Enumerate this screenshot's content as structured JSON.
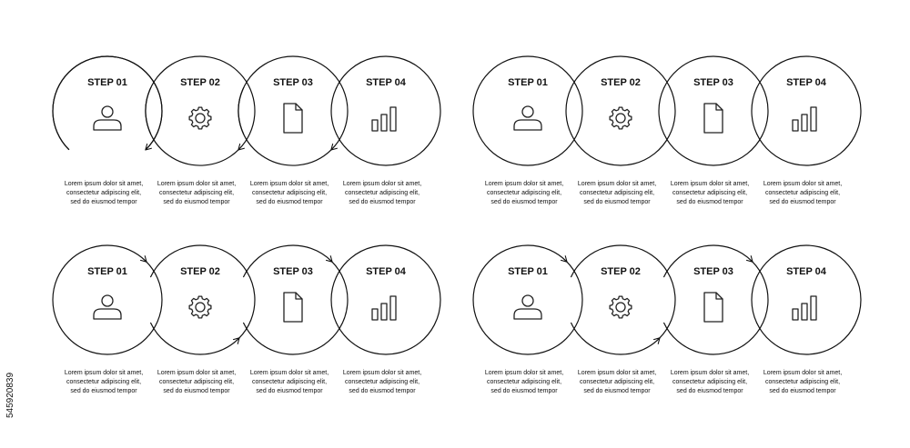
{
  "panels": [
    {
      "steps": [
        {
          "label": "STEP 01",
          "icon": "user-icon",
          "desc": [
            "Lorem ipsum dolor sit amet,",
            "consectetur adipiscing elit,",
            "sed do eiusmod tempor"
          ]
        },
        {
          "label": "STEP 02",
          "icon": "gear-icon",
          "desc": [
            "Lorem ipsum dolor sit amet,",
            "consectetur adipiscing elit,",
            "sed do eiusmod tempor"
          ]
        },
        {
          "label": "STEP 03",
          "icon": "document-icon",
          "desc": [
            "Lorem ipsum dolor sit amet,",
            "consectetur adipiscing elit,",
            "sed do eiusmod tempor"
          ]
        },
        {
          "label": "STEP 04",
          "icon": "bar-chart-icon",
          "desc": [
            "Lorem ipsum dolor sit amet,",
            "consectetur adipiscing elit,",
            "sed do eiusmod tempor"
          ]
        }
      ]
    },
    {
      "steps": [
        {
          "label": "STEP 01",
          "icon": "user-icon",
          "desc": [
            "Lorem ipsum dolor sit amet,",
            "consectetur adipiscing elit,",
            "sed do eiusmod tempor"
          ]
        },
        {
          "label": "STEP 02",
          "icon": "gear-icon",
          "desc": [
            "Lorem ipsum dolor sit amet,",
            "consectetur adipiscing elit,",
            "sed do eiusmod tempor"
          ]
        },
        {
          "label": "STEP 03",
          "icon": "document-icon",
          "desc": [
            "Lorem ipsum dolor sit amet,",
            "consectetur adipiscing elit,",
            "sed do eiusmod tempor"
          ]
        },
        {
          "label": "STEP 04",
          "icon": "bar-chart-icon",
          "desc": [
            "Lorem ipsum dolor sit amet,",
            "consectetur adipiscing elit,",
            "sed do eiusmod tempor"
          ]
        }
      ]
    },
    {
      "steps": [
        {
          "label": "STEP 01",
          "icon": "user-icon",
          "desc": [
            "Lorem ipsum dolor sit amet,",
            "consectetur adipiscing elit,",
            "sed do eiusmod tempor"
          ]
        },
        {
          "label": "STEP 02",
          "icon": "gear-icon",
          "desc": [
            "Lorem ipsum dolor sit amet,",
            "consectetur adipiscing elit,",
            "sed do eiusmod tempor"
          ]
        },
        {
          "label": "STEP 03",
          "icon": "document-icon",
          "desc": [
            "Lorem ipsum dolor sit amet,",
            "consectetur adipiscing elit,",
            "sed do eiusmod tempor"
          ]
        },
        {
          "label": "STEP 04",
          "icon": "bar-chart-icon",
          "desc": [
            "Lorem ipsum dolor sit amet,",
            "consectetur adipiscing elit,",
            "sed do eiusmod tempor"
          ]
        }
      ]
    },
    {
      "steps": [
        {
          "label": "STEP 01",
          "icon": "user-icon",
          "desc": [
            "Lorem ipsum dolor sit amet,",
            "consectetur adipiscing elit,",
            "sed do eiusmod tempor"
          ]
        },
        {
          "label": "STEP 02",
          "icon": "gear-icon",
          "desc": [
            "Lorem ipsum dolor sit amet,",
            "consectetur adipiscing elit,",
            "sed do eiusmod tempor"
          ]
        },
        {
          "label": "STEP 03",
          "icon": "document-icon",
          "desc": [
            "Lorem ipsum dolor sit amet,",
            "consectetur adipiscing elit,",
            "sed do eiusmod tempor"
          ]
        },
        {
          "label": "STEP 04",
          "icon": "bar-chart-icon",
          "desc": [
            "Lorem ipsum dolor sit amet,",
            "consectetur adipiscing elit,",
            "sed do eiusmod tempor"
          ]
        }
      ]
    }
  ],
  "side_id": "545920839",
  "colors": {
    "stroke": "#111111",
    "background": "#ffffff"
  }
}
